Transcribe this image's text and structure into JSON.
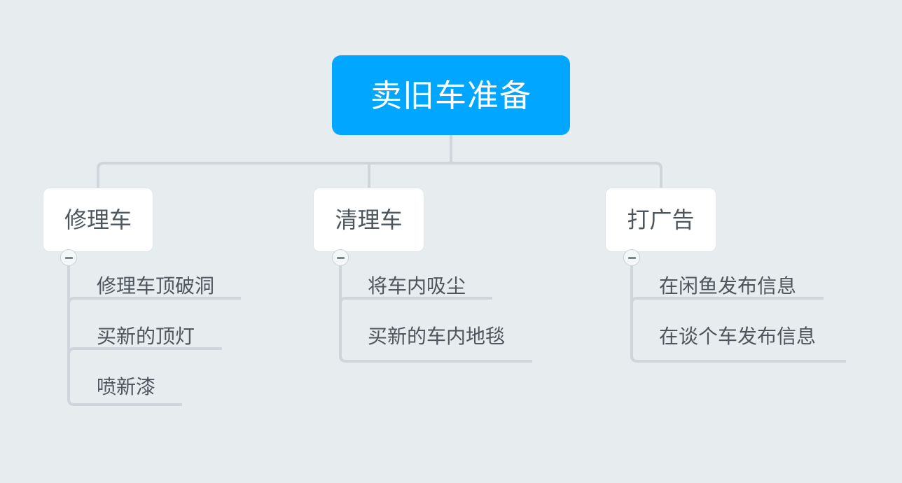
{
  "canvas": {
    "background_color": "#e7ecef",
    "connector_color": "#ced6dc"
  },
  "mindmap": {
    "root": {
      "label": "卖旧车准备",
      "fill_color": "#00a6ff",
      "text_color": "#ffffff"
    },
    "branches": [
      {
        "label": "修理车",
        "collapse_icon": "minus-icon",
        "children": [
          {
            "label": "修理车顶破洞"
          },
          {
            "label": "买新的顶灯"
          },
          {
            "label": "喷新漆"
          }
        ]
      },
      {
        "label": "清理车",
        "collapse_icon": "minus-icon",
        "children": [
          {
            "label": "将车内吸尘"
          },
          {
            "label": "买新的车内地毯"
          }
        ]
      },
      {
        "label": "打广告",
        "collapse_icon": "minus-icon",
        "children": [
          {
            "label": "在闲鱼发布信息"
          },
          {
            "label": "在谈个车发布信息"
          }
        ]
      }
    ]
  }
}
